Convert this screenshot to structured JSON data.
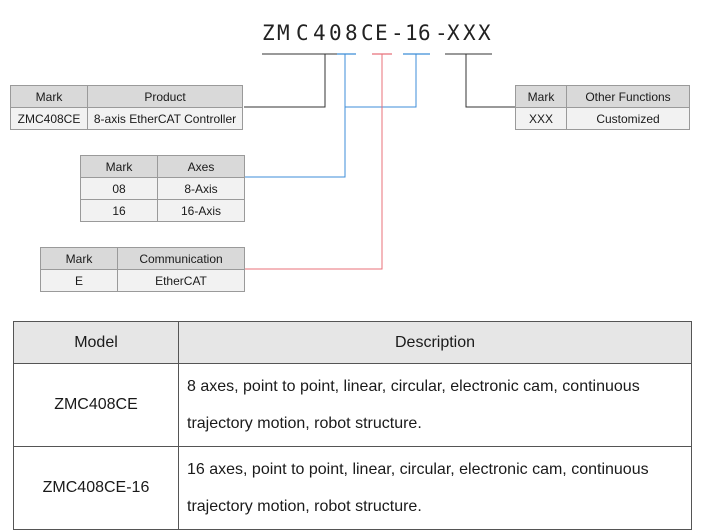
{
  "code": {
    "chars": [
      "Z",
      "M",
      "C",
      "4",
      "0",
      "8",
      "C",
      "E",
      "-",
      "1",
      "6",
      "-",
      "X",
      "X",
      "X"
    ]
  },
  "product_table": {
    "headers": [
      "Mark",
      "Product"
    ],
    "rows": [
      [
        "ZMC408CE",
        "8-axis EtherCAT Controller"
      ]
    ]
  },
  "other_table": {
    "headers": [
      "Mark",
      "Other Functions"
    ],
    "rows": [
      [
        "XXX",
        "Customized"
      ]
    ]
  },
  "axes_table": {
    "headers": [
      "Mark",
      "Axes"
    ],
    "rows": [
      [
        "08",
        "8-Axis"
      ],
      [
        "16",
        "16-Axis"
      ]
    ]
  },
  "comm_table": {
    "headers": [
      "Mark",
      "Communication"
    ],
    "rows": [
      [
        "E",
        "EtherCAT"
      ]
    ]
  },
  "model_table": {
    "headers": [
      "Model",
      "Description"
    ],
    "rows": [
      {
        "model": "ZMC408CE",
        "description": "8 axes, point to point, linear, circular, electronic cam, continuous trajectory motion, robot structure."
      },
      {
        "model": "ZMC408CE-16",
        "description": "16 axes, point to point, linear, circular, electronic cam, continuous trajectory motion, robot structure."
      }
    ]
  },
  "colors": {
    "dark_line": "#333333",
    "blue_line": "#3c8dd8",
    "red_line": "#e8707a"
  }
}
